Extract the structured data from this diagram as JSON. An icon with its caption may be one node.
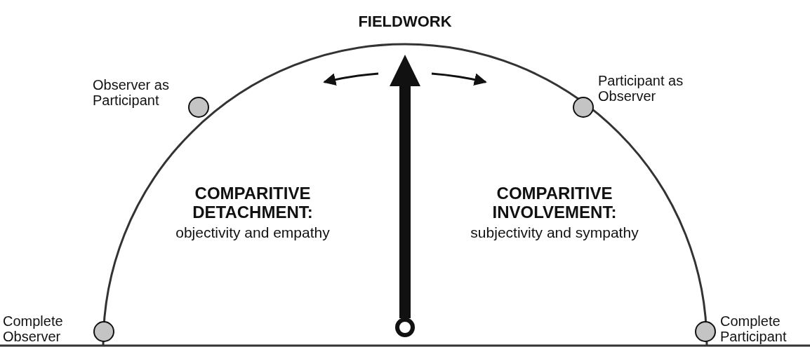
{
  "diagram": {
    "title": "FIELDWORK",
    "nodes": [
      {
        "text": [],
        "shape": "circle",
        "beside": [
          "Complete Observer"
        ]
      },
      {
        "text": [],
        "shape": "circle",
        "beside": [
          "Observer as Participant"
        ]
      },
      {
        "text": [],
        "shape": "circle",
        "beside": [
          "Participant as Observer"
        ]
      },
      {
        "text": [],
        "shape": "circle",
        "beside": [
          "Complete Participant"
        ]
      }
    ],
    "labels": [
      "COMPARITIVE DETACHMENT:",
      "objectivity and empathy",
      "COMPARITIVE INVOLVEMENT:",
      "subjectivity and sympathy"
    ]
  }
}
